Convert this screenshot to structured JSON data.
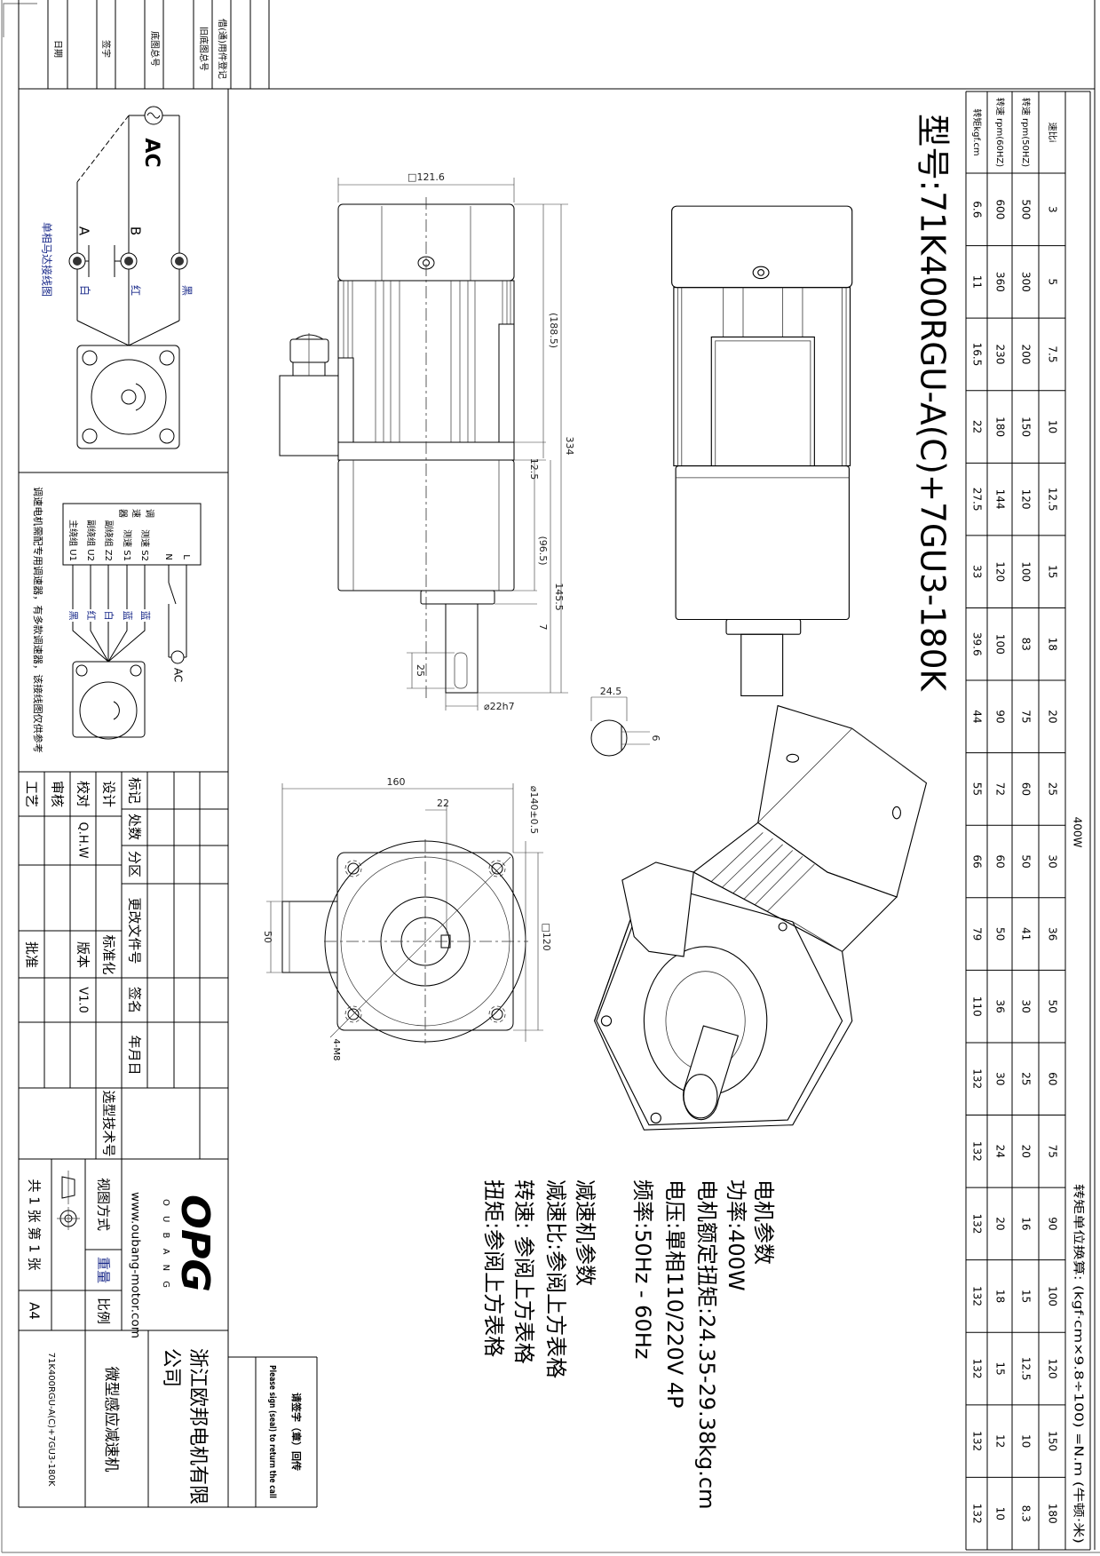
{
  "header_strip": {
    "labels": [
      "日期",
      "签字",
      "底图总号",
      "旧底图总号",
      "借(通)用件登记"
    ]
  },
  "title": "型号:71K400RGU-A(C)+7GU3-180K",
  "table": {
    "power": "400W",
    "conversion": "转矩单位换算: (kgf·cm×9.8÷100) =N.m (牛顿·米)",
    "row_labels": {
      "ratio": "速比i",
      "rpm50": "转速 rpm(50HZ)",
      "rpm60": "转速 rpm(60HZ)",
      "torque": "转矩kgf.cm"
    },
    "ratio": [
      "3",
      "5",
      "7.5",
      "10",
      "12.5",
      "15",
      "18",
      "20",
      "25",
      "30",
      "36",
      "50",
      "60",
      "75",
      "90",
      "100",
      "120",
      "150",
      "180"
    ],
    "rpm50": [
      "500",
      "300",
      "200",
      "150",
      "120",
      "100",
      "83",
      "75",
      "60",
      "50",
      "41",
      "30",
      "25",
      "20",
      "16",
      "15",
      "12.5",
      "10",
      "8.3"
    ],
    "rpm60": [
      "600",
      "360",
      "230",
      "180",
      "144",
      "120",
      "100",
      "90",
      "72",
      "60",
      "50",
      "36",
      "30",
      "24",
      "20",
      "18",
      "15",
      "12",
      "10"
    ],
    "torque": [
      "6.6",
      "11",
      "16.5",
      "22",
      "27.5",
      "33",
      "39.6",
      "44",
      "55",
      "66",
      "79",
      "110",
      "132",
      "132",
      "132",
      "132",
      "132",
      "132",
      "132"
    ]
  },
  "dimensions": {
    "side_width": "□121.6",
    "motor_length": "(188.5)",
    "total_length": "334",
    "flange": "12.5",
    "gear_length": "(96.5)",
    "gear_total": "145.5",
    "hub": "7",
    "shaft_key": "25",
    "shaft_dia": "⌀22h7",
    "key_width": "24.5",
    "key_depth": "6",
    "front_width": "160",
    "key_offset": "22",
    "pcd": "⌀140±0.5",
    "square": "□120",
    "box": "50",
    "holes": "4-M8"
  },
  "params": {
    "motor_heading": "电机参数",
    "power": "功率:400W",
    "rated_torque": "电机额定扭矩:24.35-29.38kg.cm",
    "voltage": "电压:單相110/220V 4P",
    "frequency": "频率:50Hz - 60Hz",
    "gear_heading": "减速机参数",
    "ratio": "减速比:参阅上方表格",
    "speed": "转速:  参阅上方表格",
    "torque": "扭矩:参阅上方表格"
  },
  "wiring1": {
    "source": "AC",
    "terminal_a": "A",
    "terminal_b": "B",
    "white": "白",
    "red": "红",
    "black": "黑",
    "caption": "单相马达接线图"
  },
  "wiring2": {
    "controller": [
      "调",
      "速",
      "器"
    ],
    "terminals": [
      {
        "name": "主绕组 U1",
        "wire": "黑"
      },
      {
        "name": "副绕组 U2",
        "wire": "红"
      },
      {
        "name": "副绕组 Z2",
        "wire": "白"
      },
      {
        "name": "测速 S1",
        "wire": "蓝"
      },
      {
        "name": "测速 S2",
        "wire": "蓝"
      }
    ],
    "n": "N",
    "l": "L",
    "source": "AC",
    "note": "调速电机需配专用调速器，有多款调速器，该接线图仅供参考"
  },
  "title_block": {
    "craft": "工艺",
    "review": "审核",
    "check": "校对",
    "design": "设计",
    "checker": "Q.H.W",
    "approve": "批准",
    "version_label": "版本",
    "standard": "标准化",
    "version": "V1.0",
    "mark": "标记",
    "count": "处数",
    "zone": "分区",
    "change_doc": "更改文件号",
    "sign": "签名",
    "date": "年月日",
    "selection_no": "选型技术号",
    "logo": "OPG",
    "logo_sub": "O U B A N G",
    "website": "www.oubang-motor.com",
    "view_method": "视图方式",
    "weight": "重量",
    "scale": "比例",
    "sheets": "共 1 张 第 1 张",
    "paper": "A4",
    "company_line1": "浙江欧邦电机有限",
    "company_line2": "公司",
    "product": "微型感应减速机",
    "model": "71K400RGU-A(C)+7GU3-180K"
  },
  "sign_box": {
    "cn": "请签字（章）回传",
    "en": "Please sign (seal) to return the call"
  }
}
